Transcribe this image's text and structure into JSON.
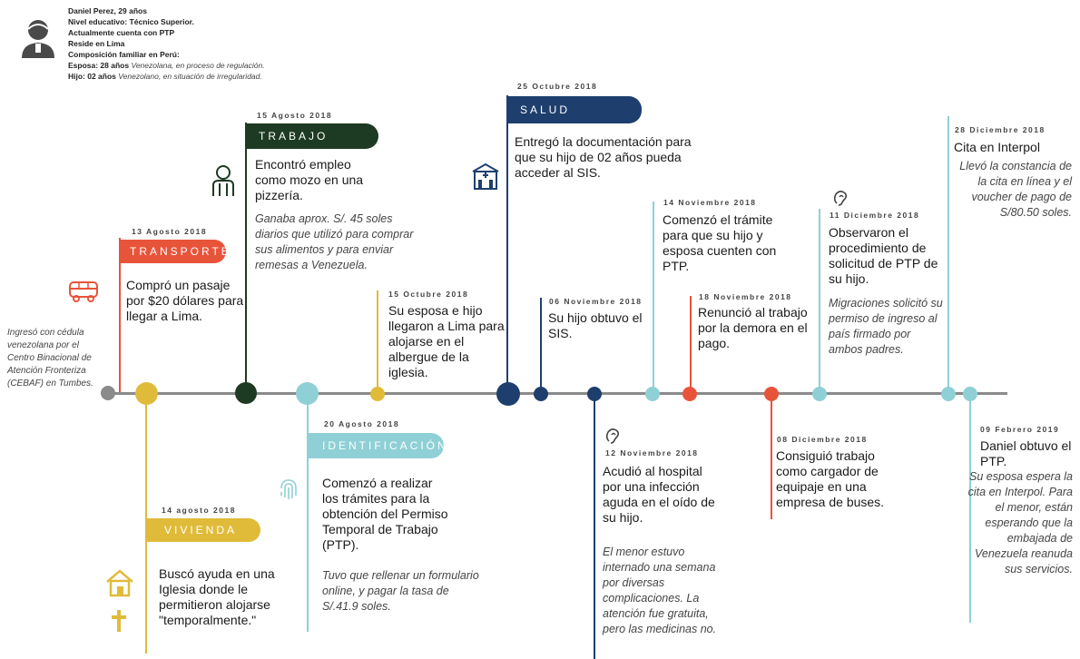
{
  "profile": {
    "name": "Daniel Perez, 29 años",
    "education": "Nivel educativo: Técnico Superior.",
    "status": "Actualmente cuenta con PTP",
    "residence": "Reside en Lima",
    "family_heading": "Composición familiar en Perú:",
    "wife_label": "Esposa: 28 años",
    "wife_note": "Venezolana, en proceso de regulación.",
    "son_label": "Hijo: 02 años",
    "son_note": "Venezolano, en situación de irregularidad."
  },
  "entry_note": "Ingresó con cédula venezolana por el Centro Binacional de Atención Fronteriza (CEBAF) en Tumbes.",
  "events": {
    "transporte": {
      "date": "13 Agosto 2018",
      "tag": "TRANSPORTE",
      "text": "Compró un pasaje por $20 dólares para llegar a Lima.",
      "color": "#e8543a"
    },
    "vivienda": {
      "date": "14 agosto 2018",
      "tag": "VIVIENDA",
      "text": "Buscó ayuda en una Iglesia donde le permitieron alojarse \"temporalmente.\"",
      "color": "#e0bb3a"
    },
    "trabajo": {
      "date": "15 Agosto 2018",
      "tag": "TRABAJO",
      "text": "Encontró empleo como mozo en una pizzería.",
      "note": "Ganaba aprox. S/. 45 soles diarios que utilizó para comprar sus alimentos y para enviar remesas a Venezuela.",
      "color": "#1d3a22"
    },
    "identificacion": {
      "date": "20 Agosto 2018",
      "tag": "IDENTIFICACIÓN",
      "text": "Comenzó a realizar los trámites para la obtención del Permiso Temporal de Trabajo (PTP).",
      "note": "Tuvo que rellenar un formulario online, y pagar la tasa de S/.41.9 soles.",
      "color": "#8fd0d6"
    },
    "oct15": {
      "date": "15 Octubre 2018",
      "text": "Su esposa e hijo llegaron a Lima para alojarse en el albergue de la iglesia.",
      "color": "#e0bb3a"
    },
    "salud": {
      "date": "25 Octubre 2018",
      "tag": "SALUD",
      "text": "Entregó la documentación para que su hijo de 02 años pueda acceder al SIS.",
      "color": "#1e3f6e"
    },
    "nov06": {
      "date": "06 Noviembre 2018",
      "text": "Su hijo obtuvo el SIS.",
      "color": "#1e3f6e"
    },
    "nov12": {
      "date": "12 Noviembre 2018",
      "text": "Acudió al hospital por una infección aguda en el oído de su hijo.",
      "note": "El menor estuvo internado una semana por diversas complicaciones. La atención fue gratuita, pero las medicinas no.",
      "color": "#1e3f6e"
    },
    "nov14": {
      "date": "14 Noviembre 2018",
      "text": "Comenzó el trámite para que su hijo y esposa cuenten con PTP.",
      "color": "#8fd0d6"
    },
    "nov18": {
      "date": "18 Noviembre 2018",
      "text": "Renunció al trabajo por la demora en el pago.",
      "color": "#e8543a"
    },
    "dic08": {
      "date": "08 Diciembre 2018",
      "text": "Consiguió trabajo como cargador de equipaje en una empresa de buses.",
      "color": "#e8543a"
    },
    "dic11": {
      "date": "11 Diciembre 2018",
      "text": "Observaron el procedimiento de solicitud de PTP de su hijo.",
      "note": "Migraciones solicitó su permiso de ingreso al país firmado por ambos padres.",
      "color": "#8fd0d6"
    },
    "dic28": {
      "date": "28 Diciembre 2018",
      "text": "Cita en Interpol",
      "note": "Llevó la constancia de la cita en línea y el voucher de pago de S/80.50 soles.",
      "color": "#8fd0d6"
    },
    "feb09": {
      "date": "09 Febrero 2019",
      "text": "Daniel obtuvo el PTP.",
      "note": "Su esposa espera la cita en Interpol. Para el menor, están esperando que la embajada de Venezuela reanuda sus servicios.",
      "color": "#8fd0d6"
    }
  },
  "icons": [
    "user-avatar-icon",
    "bus-icon",
    "house-icon",
    "cross-icon",
    "worker-icon",
    "fingerprint-icon",
    "hospital-icon",
    "ear-icon",
    "ear-icon"
  ]
}
